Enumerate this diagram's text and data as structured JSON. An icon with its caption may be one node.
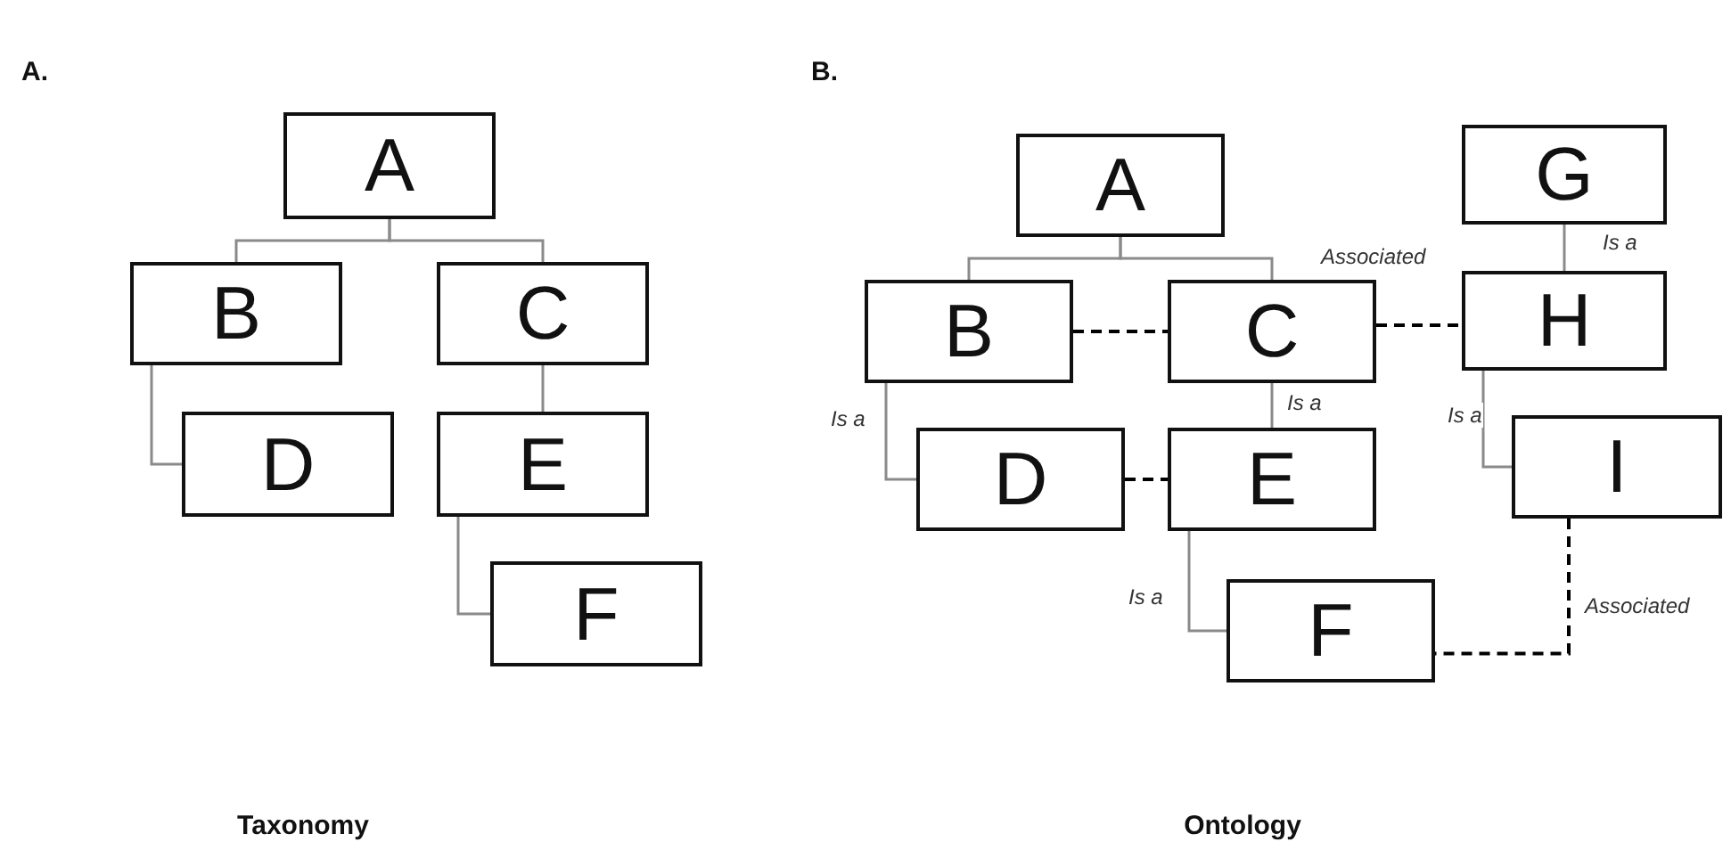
{
  "diagram": {
    "nodes": [
      {
        "text": [
          "A"
        ]
      },
      {
        "text": [
          "B"
        ]
      },
      {
        "text": [
          "C"
        ]
      },
      {
        "text": [
          "D"
        ]
      },
      {
        "text": [
          "E"
        ]
      },
      {
        "text": [
          "F"
        ]
      },
      {
        "text": [
          "A"
        ]
      },
      {
        "text": [
          "G"
        ]
      },
      {
        "text": [
          "B"
        ]
      },
      {
        "text": [
          "C"
        ]
      },
      {
        "text": [
          "H"
        ]
      },
      {
        "text": [
          "D"
        ]
      },
      {
        "text": [
          "E"
        ]
      },
      {
        "text": [
          "I"
        ]
      },
      {
        "text": [
          "F"
        ]
      }
    ],
    "edges": [
      {
        "from": 0,
        "to": 1,
        "arrow": "none"
      },
      {
        "from": 0,
        "to": 2,
        "arrow": "none"
      },
      {
        "from": 1,
        "to": 3,
        "arrow": "none"
      },
      {
        "from": 2,
        "to": 4,
        "arrow": "none"
      },
      {
        "from": 4,
        "to": 5,
        "arrow": "none"
      },
      {
        "from": 6,
        "to": 8,
        "arrow": "none"
      },
      {
        "from": 6,
        "to": 9,
        "arrow": "none"
      },
      {
        "from": 7,
        "to": 10,
        "label": "Is a",
        "arrow": "none"
      },
      {
        "from": 8,
        "to": 9,
        "arrow": "none",
        "style": "dashed",
        "color": "#000000"
      },
      {
        "from": 9,
        "to": 10,
        "label": "Associated",
        "arrow": "none",
        "style": "dashed",
        "color": "#000000"
      },
      {
        "from": 8,
        "to": 11,
        "label": "Is a",
        "arrow": "none"
      },
      {
        "from": 9,
        "to": 12,
        "label": "Is a",
        "arrow": "none"
      },
      {
        "from": 10,
        "to": 13,
        "label": "Is a",
        "arrow": "none"
      },
      {
        "from": 11,
        "to": 12,
        "arrow": "none",
        "style": "dashed",
        "color": "#000000"
      },
      {
        "from": 12,
        "to": 14,
        "label": "Is a",
        "arrow": "none"
      },
      {
        "from": 13,
        "to": 14,
        "label": "Associated",
        "arrow": "none",
        "style": "dashed",
        "color": "#000000"
      }
    ],
    "labels": [
      "A.",
      "B.",
      "Taxonomy",
      "Ontology"
    ]
  }
}
